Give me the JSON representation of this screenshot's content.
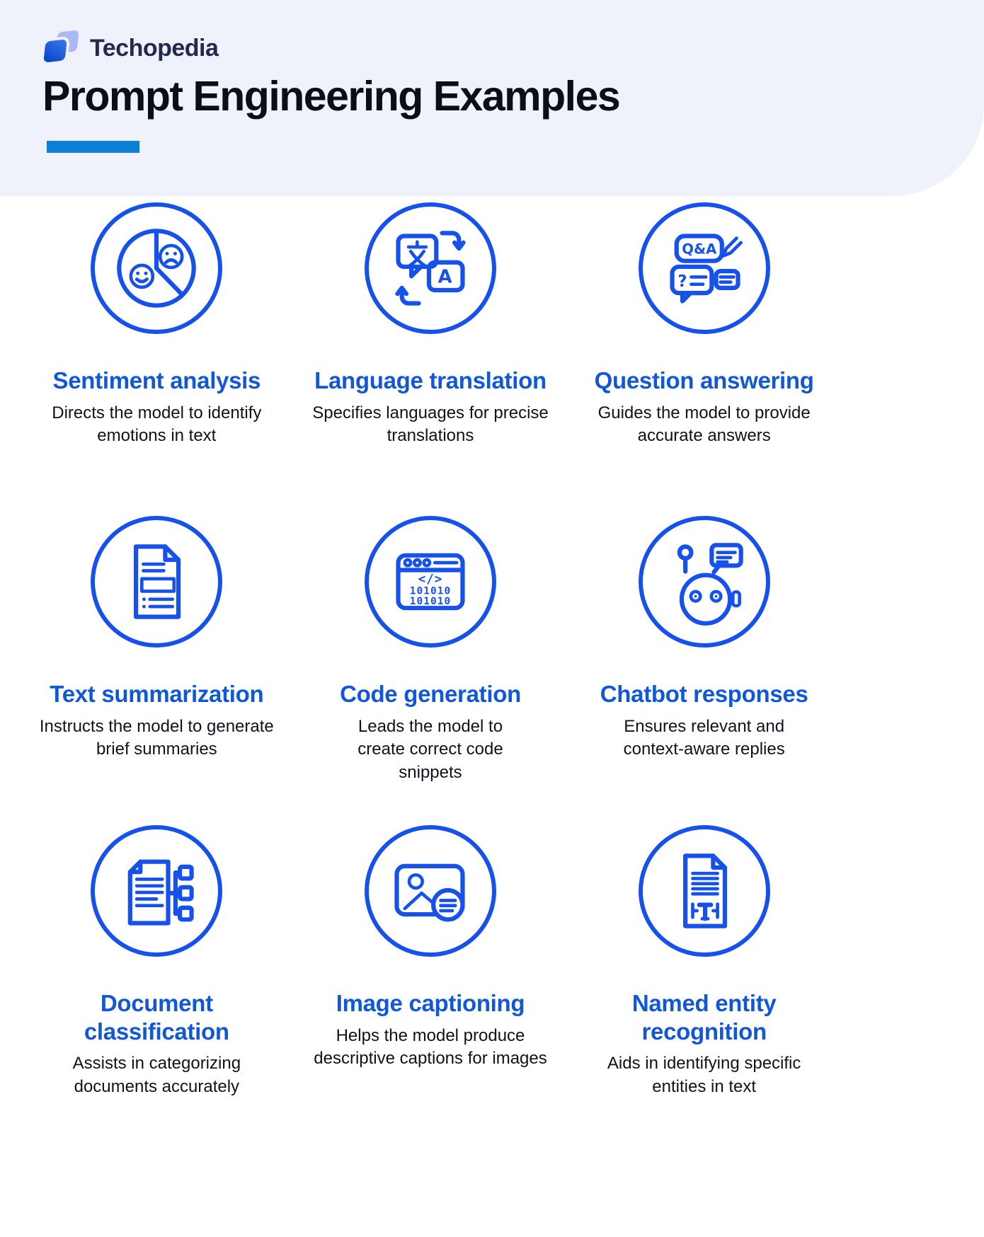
{
  "header": {
    "brand": "Techopedia",
    "title": "Prompt Engineering Examples"
  },
  "colors": {
    "header_bg": "#EFF2FB",
    "accent_bar": "#0B80D4",
    "icon_blue": "#1551EA",
    "title_blue": "#1158D9",
    "body_text": "#0E1320",
    "brand_navy": "#222A4D"
  },
  "items": [
    {
      "icon": "sentiment-pie-icon",
      "title": "Sentiment analysis",
      "description": "Directs the model to identify\nemotions in text"
    },
    {
      "icon": "language-translation-icon",
      "title": "Language translation",
      "description": "Specifies languages for precise\ntranslations"
    },
    {
      "icon": "question-answering-icon",
      "title": "Question answering",
      "description": "Guides the model to provide\naccurate answers"
    },
    {
      "icon": "text-summarization-icon",
      "title": "Text summarization",
      "description": "Instructs the model to generate\nbrief summaries"
    },
    {
      "icon": "code-generation-icon",
      "title": "Code generation",
      "description": "Leads the model to\ncreate correct code\nsnippets"
    },
    {
      "icon": "chatbot-icon",
      "title": "Chatbot responses",
      "description": "Ensures relevant and\ncontext-aware replies"
    },
    {
      "icon": "document-classification-icon",
      "title": "Document\nclassification",
      "description": "Assists in categorizing\ndocuments accurately"
    },
    {
      "icon": "image-captioning-icon",
      "title": "Image captioning",
      "description": "Helps the model produce\ndescriptive captions for images"
    },
    {
      "icon": "named-entity-recognition-icon",
      "title": "Named entity\nrecognition",
      "description": "Aids in identifying specific\nentities in text"
    }
  ],
  "icon_text": {
    "translation_char": "文",
    "translation_letter": "A",
    "qa_label": "Q&A",
    "question_mark": "?",
    "code_tag": "</>",
    "binary_row1": "101010",
    "binary_row2": "101010"
  }
}
